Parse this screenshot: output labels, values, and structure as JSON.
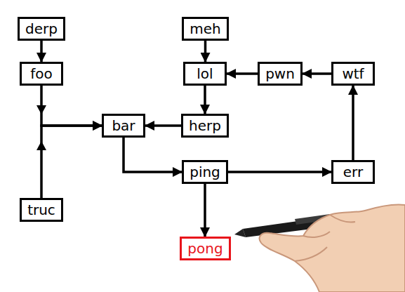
{
  "diagram": {
    "nodes": [
      {
        "text": [
          "derp"
        ]
      },
      {
        "text": [
          "meh"
        ]
      },
      {
        "text": [
          "foo"
        ]
      },
      {
        "text": [
          "lol"
        ]
      },
      {
        "text": [
          "pwn"
        ]
      },
      {
        "text": [
          "wtf"
        ]
      },
      {
        "text": [
          "bar"
        ]
      },
      {
        "text": [
          "herp"
        ]
      },
      {
        "text": [
          "ping"
        ]
      },
      {
        "text": [
          "err"
        ]
      },
      {
        "text": [
          "truc"
        ]
      },
      {
        "text": [
          "pong"
        ]
      }
    ],
    "edges": [
      {
        "from": 0,
        "to": 2,
        "arrow": "to"
      },
      {
        "from": 2,
        "to": 6,
        "arrow": "to"
      },
      {
        "from": 10,
        "to": 6,
        "arrow": "to"
      },
      {
        "from": 1,
        "to": 3,
        "arrow": "to"
      },
      {
        "from": 3,
        "to": 7,
        "arrow": "to"
      },
      {
        "from": 7,
        "to": 6,
        "arrow": "to"
      },
      {
        "from": 5,
        "to": 4,
        "arrow": "to"
      },
      {
        "from": 4,
        "to": 3,
        "arrow": "to"
      },
      {
        "from": 6,
        "to": 8,
        "arrow": "to"
      },
      {
        "from": 8,
        "to": 9,
        "arrow": "to"
      },
      {
        "from": 9,
        "to": 5,
        "arrow": "to"
      },
      {
        "from": 8,
        "to": 11,
        "arrow": "to"
      }
    ]
  }
}
